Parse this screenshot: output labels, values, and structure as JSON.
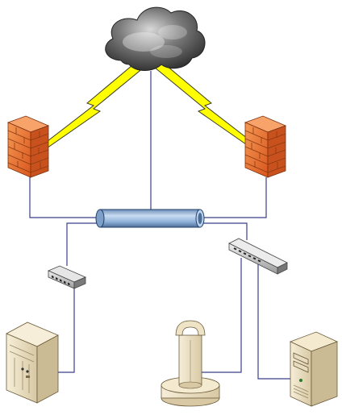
{
  "diagram": {
    "nodes": [
      {
        "id": "internet",
        "icon": "cloud-icon"
      },
      {
        "id": "firewall-left",
        "icon": "firewall-icon"
      },
      {
        "id": "firewall-right",
        "icon": "firewall-icon"
      },
      {
        "id": "backbone",
        "icon": "pipe-backbone-icon"
      },
      {
        "id": "switch-small",
        "icon": "hub-icon"
      },
      {
        "id": "switch-large",
        "icon": "switch-icon"
      },
      {
        "id": "mainframe",
        "icon": "mainframe-server-icon"
      },
      {
        "id": "tower-server",
        "icon": "tower-column-icon"
      },
      {
        "id": "desktop-server",
        "icon": "server-icon"
      }
    ],
    "links": [
      {
        "from": "internet",
        "to": "firewall-left",
        "style": "lightning"
      },
      {
        "from": "internet",
        "to": "firewall-right",
        "style": "lightning"
      },
      {
        "from": "internet",
        "to": "backbone",
        "style": "line"
      },
      {
        "from": "firewall-left",
        "to": "backbone",
        "style": "line"
      },
      {
        "from": "firewall-right",
        "to": "backbone",
        "style": "line"
      },
      {
        "from": "backbone",
        "to": "switch-small",
        "style": "line"
      },
      {
        "from": "backbone",
        "to": "switch-large",
        "style": "line"
      },
      {
        "from": "switch-small",
        "to": "mainframe",
        "style": "line"
      },
      {
        "from": "switch-large",
        "to": "tower-server",
        "style": "line"
      },
      {
        "from": "switch-large",
        "to": "desktop-server",
        "style": "line"
      }
    ],
    "colors": {
      "line": "#3b3f8a",
      "lightning": "#ffff00",
      "brick": "#ef7a35",
      "pipe": "#8fb7e3",
      "beige": "#efe3c6",
      "cloud": "#4a4a4a"
    }
  }
}
